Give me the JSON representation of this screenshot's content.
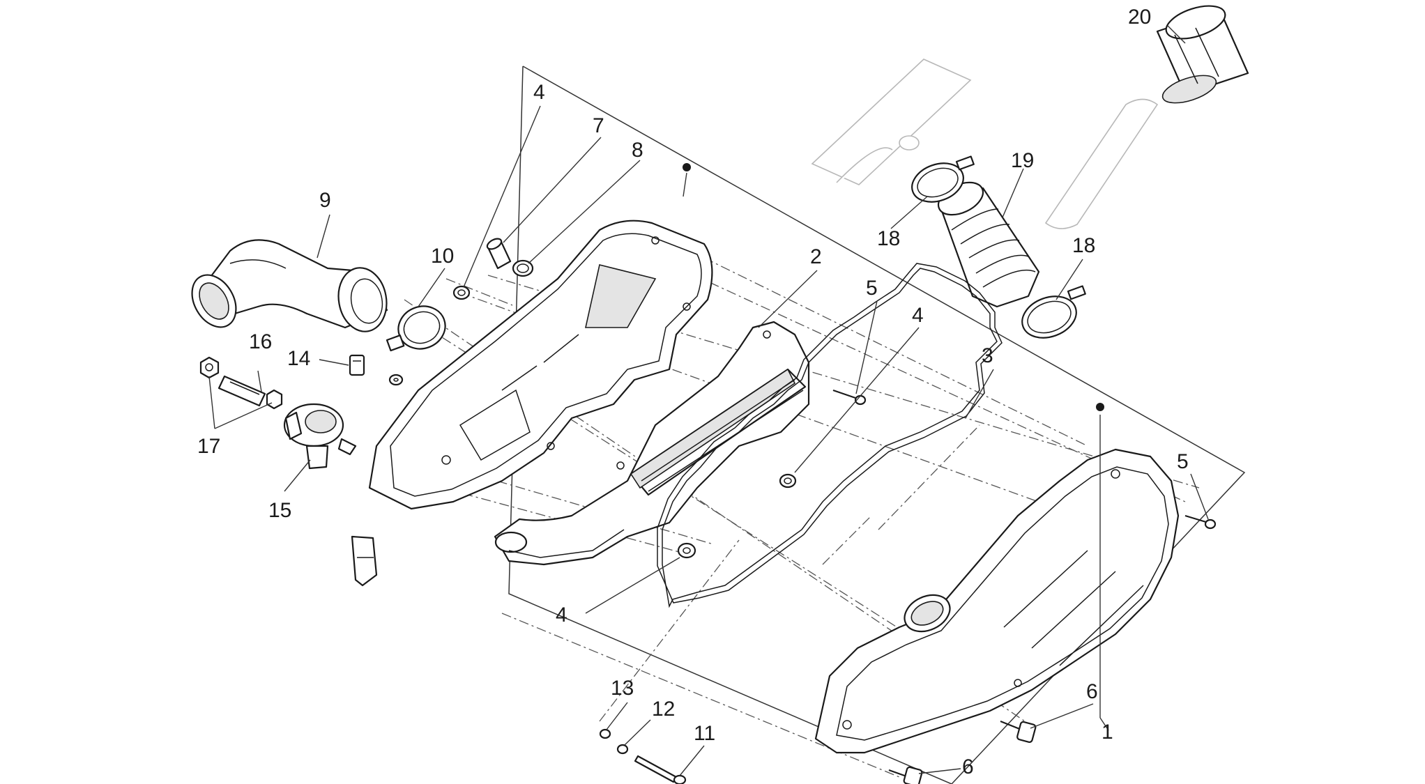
{
  "callouts": [
    {
      "id": "c20",
      "text": "20"
    },
    {
      "id": "c19",
      "text": "19"
    },
    {
      "id": "c18a",
      "text": "18"
    },
    {
      "id": "c18b",
      "text": "18"
    },
    {
      "id": "c4a",
      "text": "4"
    },
    {
      "id": "c7",
      "text": "7"
    },
    {
      "id": "c8",
      "text": "8"
    },
    {
      "id": "c9",
      "text": "9"
    },
    {
      "id": "c10",
      "text": "10"
    },
    {
      "id": "c2",
      "text": "2"
    },
    {
      "id": "c5a",
      "text": "5"
    },
    {
      "id": "c4b",
      "text": "4"
    },
    {
      "id": "c3",
      "text": "3"
    },
    {
      "id": "c16",
      "text": "16"
    },
    {
      "id": "c14",
      "text": "14"
    },
    {
      "id": "c17",
      "text": "17"
    },
    {
      "id": "c15",
      "text": "15"
    },
    {
      "id": "c5b",
      "text": "5"
    },
    {
      "id": "c4c",
      "text": "4"
    },
    {
      "id": "c13",
      "text": "13"
    },
    {
      "id": "c12",
      "text": "12"
    },
    {
      "id": "c11",
      "text": "11"
    },
    {
      "id": "c6a",
      "text": "6"
    },
    {
      "id": "c1",
      "text": "1"
    },
    {
      "id": "c6b",
      "text": "6"
    }
  ]
}
